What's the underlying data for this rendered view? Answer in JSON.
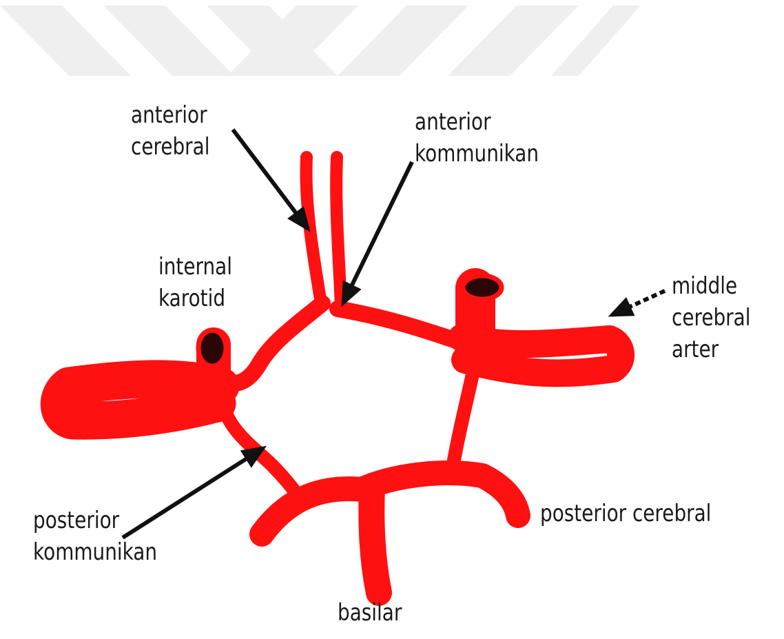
{
  "diagram": {
    "labels": {
      "anterior_cerebral": [
        "anterior",
        "cerebral"
      ],
      "anterior_communicating": [
        "anterior",
        "kommunikan"
      ],
      "internal_carotid": [
        "internal",
        "karotid"
      ],
      "middle_cerebral": [
        "middle",
        "cerebral",
        "arter"
      ],
      "posterior_communicating": [
        "posterior",
        "kommunikan"
      ],
      "posterior_cerebral": [
        "posterior cerebral"
      ],
      "basilar": [
        "basilar"
      ]
    },
    "colors": {
      "artery": "#ff1111",
      "lumen": "#2a0606",
      "arrow": "#111111",
      "watermark": "#efefef",
      "text": "#1a1a1a"
    }
  }
}
